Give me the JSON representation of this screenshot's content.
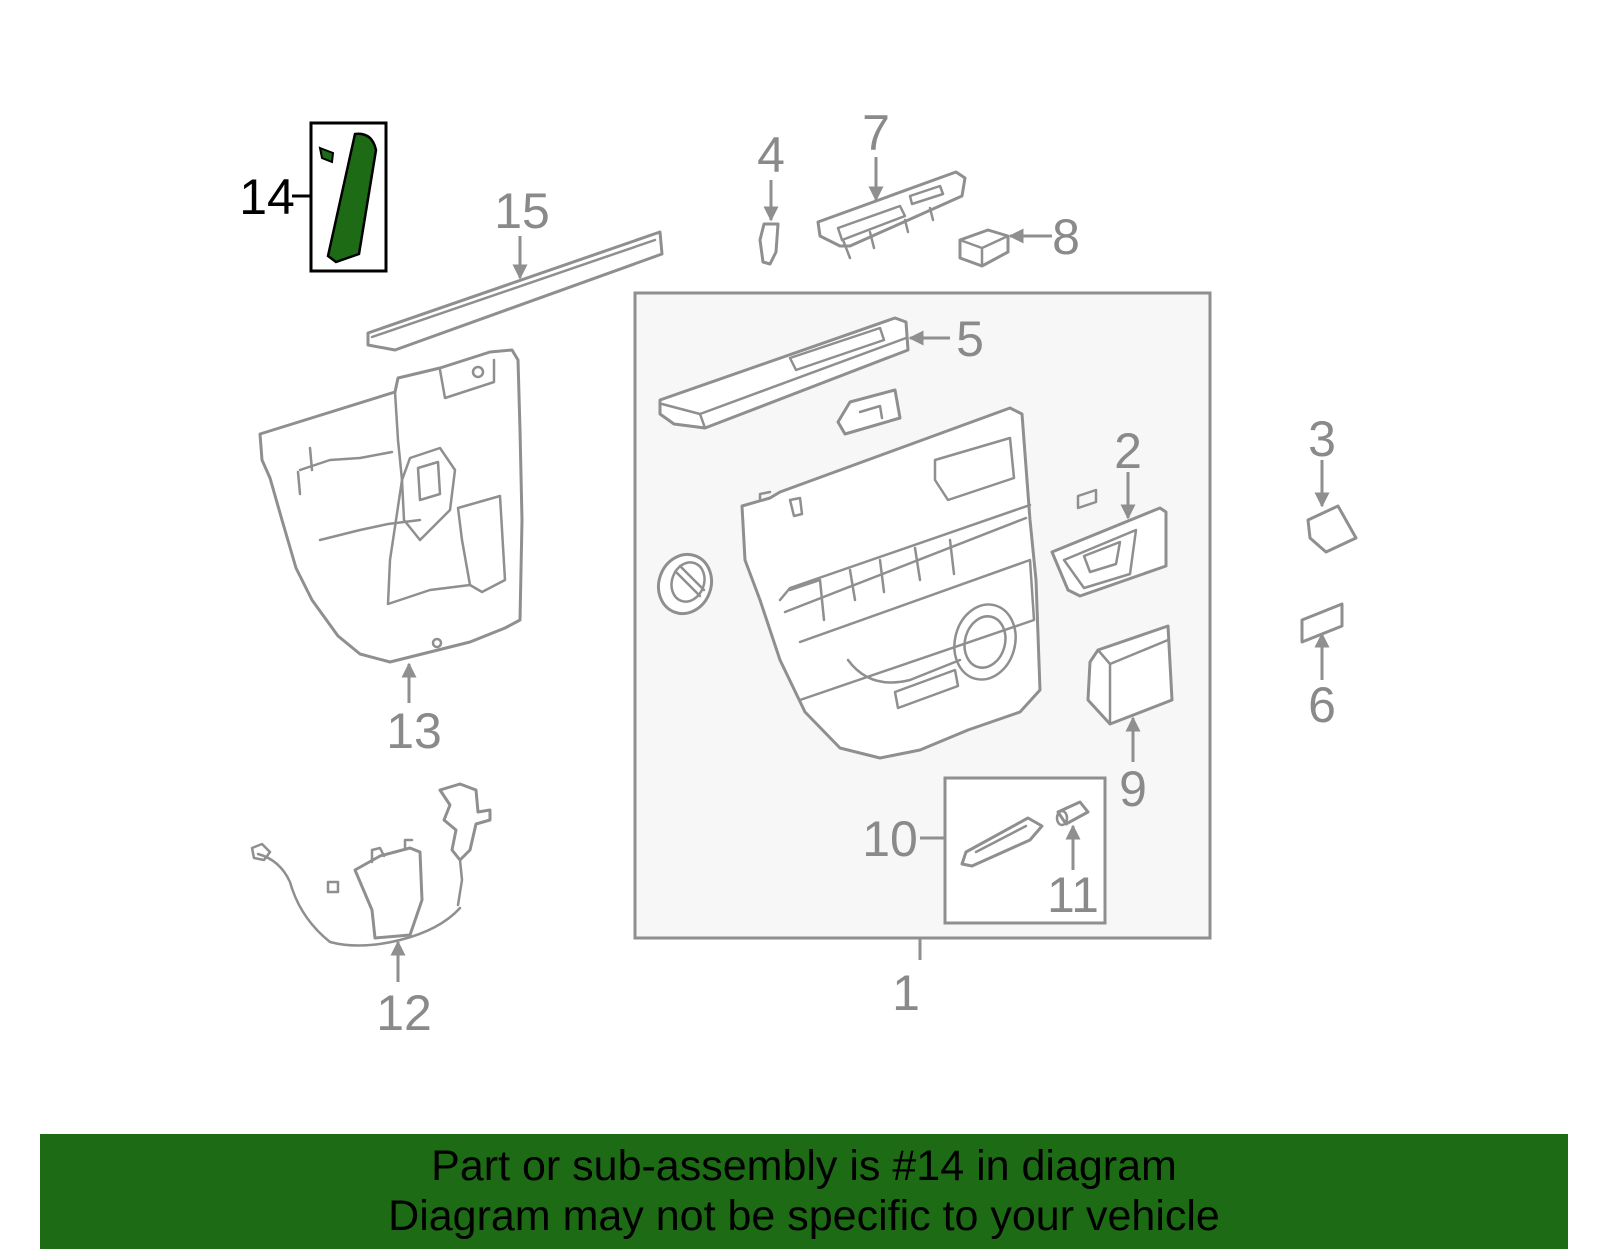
{
  "colors": {
    "highlight": "#1e6b16",
    "line": "#8f8f8f",
    "label": "#8a8a8a",
    "group_box_fill": "#f7f7f7"
  },
  "callouts": {
    "c1": "1",
    "c2": "2",
    "c3": "3",
    "c4": "4",
    "c5": "5",
    "c6": "6",
    "c7": "7",
    "c8": "8",
    "c9": "9",
    "c10": "10",
    "c11": "11",
    "c12": "12",
    "c13": "13",
    "c14": "14",
    "c15": "15"
  },
  "highlighted_part": "14",
  "banner": {
    "line1": "Part or sub-assembly is #14 in diagram",
    "line2": "Diagram may not be specific to your vehicle"
  }
}
